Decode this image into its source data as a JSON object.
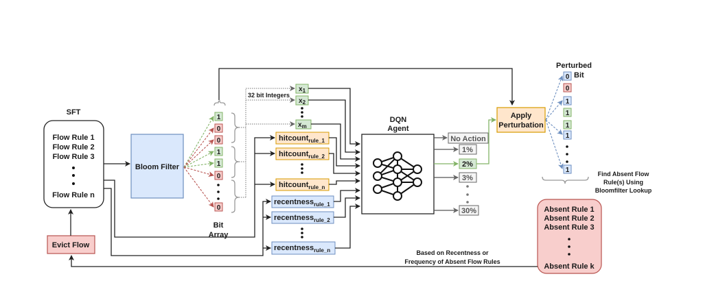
{
  "sft": {
    "title": "SFT",
    "rules": [
      "Flow Rule 1",
      "Flow Rule 2",
      "Flow Rule 3",
      "Flow Rule n"
    ]
  },
  "bloom_filter": {
    "label": "Bloom Filter"
  },
  "bit_array": {
    "label_line1": "Bit",
    "label_line2": "Array",
    "bits": [
      "1",
      "0",
      "0",
      "1",
      "1",
      "0",
      "0"
    ],
    "bit_states": [
      "set",
      "unset",
      "unset",
      "set",
      "set",
      "unset",
      "unset"
    ]
  },
  "integers": {
    "label": "32 bit  Integers",
    "items": [
      {
        "base": "x",
        "sub": "1"
      },
      {
        "base": "x",
        "sub": "2"
      },
      {
        "base": "x",
        "sub": "m"
      }
    ]
  },
  "hitcount": {
    "items": [
      {
        "base": "hitcount",
        "sub": "rule_1"
      },
      {
        "base": "hitcount",
        "sub": "rule_2"
      },
      {
        "base": "hitcount",
        "sub": "rule_n"
      }
    ]
  },
  "recentness": {
    "items": [
      {
        "base": "recentness",
        "sub": "rule_1"
      },
      {
        "base": "recentness",
        "sub": "rule_2"
      },
      {
        "base": "recentness",
        "sub": "rule_n"
      }
    ]
  },
  "agent": {
    "line1": "DQN",
    "line2": "Agent"
  },
  "actions": {
    "items": [
      "No Action",
      "1%",
      "2%",
      "3%",
      "30%"
    ],
    "selected": "2%"
  },
  "perturbation": {
    "line1": "Apply",
    "line2": "Perturbation"
  },
  "perturbed": {
    "label_line1": "Perturbed",
    "label_line2": "Bit",
    "bits": [
      "0",
      "0",
      "1",
      "1",
      "1",
      "1",
      "1"
    ],
    "bit_states": [
      "perturbed",
      "unset",
      "perturbed",
      "set",
      "set",
      "perturbed",
      "perturbed"
    ]
  },
  "lookup_note": {
    "line1": "Find Absent Flow",
    "line2": "Rule(s) Using",
    "line3": "Bloomfilter Lookup"
  },
  "absent_rules": {
    "rules": [
      "Absent Rule 1",
      "Absent Rule 2",
      "Absent Rule 3",
      "Absent Rule k"
    ]
  },
  "evict": {
    "label": "Evict Flow"
  },
  "feedback_note": {
    "line1": "Based on Recentness or",
    "line2": "Frequency  of Absent Flow Rules"
  },
  "colors": {
    "bloom_fill": "#dae8fc",
    "bloom_stroke": "#6c8ebf",
    "green_fill": "#d5e8d4",
    "green_stroke": "#82b366",
    "red_fill": "#f8cecc",
    "red_stroke": "#b85450",
    "orange_fill": "#ffe6cc",
    "orange_stroke": "#d79b00",
    "perturb_fill": "#fad7ac",
    "perturb_stroke": "#d6a44a",
    "gray_fill": "#f5f5f5",
    "gray_stroke": "#666666"
  }
}
